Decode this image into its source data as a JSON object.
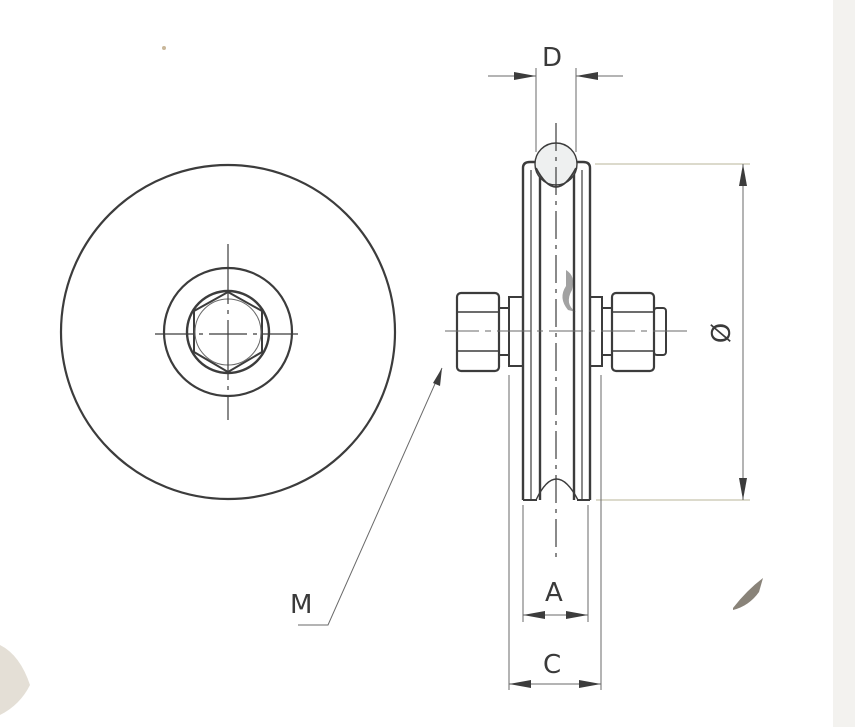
{
  "drawing": {
    "subject": "V-groove wheel with bolt, nuts and washer",
    "views": [
      "front-view",
      "side-view"
    ],
    "dimension_labels": {
      "groove_diameter": "D",
      "wheel_diameter": "Ø",
      "bolt_thread": "M",
      "wheel_width": "A",
      "overall_width": "C"
    },
    "colors": {
      "line": "#3c3c3c",
      "thin_line": "#6a6a6a",
      "extension_line": "#b9b59a",
      "groove_ball_fill": "#eef0f0"
    }
  }
}
